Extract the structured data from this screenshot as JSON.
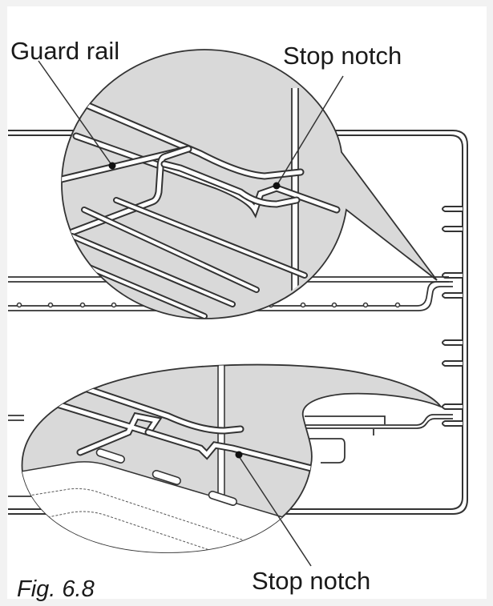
{
  "figure": {
    "caption": "Fig. 6.8",
    "labels": {
      "guard_rail": "Guard rail",
      "stop_notch_top": "Stop notch",
      "stop_notch_bottom": "Stop notch"
    },
    "colors": {
      "background": "#ffffff",
      "border": "#f2f2f2",
      "line": "#333333",
      "magnifier_fill": "#d9d9d9",
      "text": "#1a1a1a"
    },
    "description": "Oven interior side view showing shelf racks with two magnified callouts: upper circle showing guard rail and stop notch of wire shelf, lower ellipse showing stop notch on baking tray"
  }
}
